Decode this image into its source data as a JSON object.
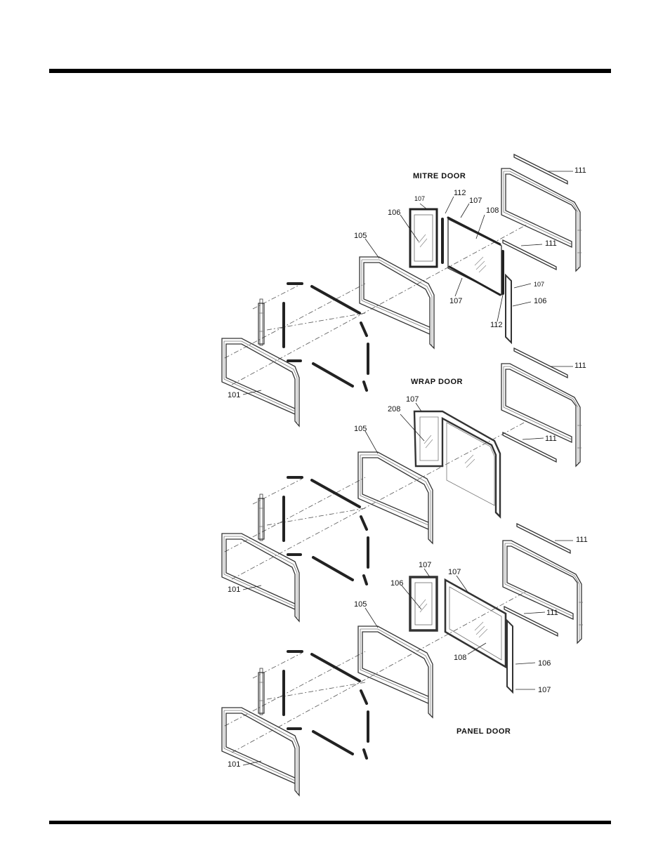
{
  "assemblies": [
    {
      "title": "MITRE DOOR"
    },
    {
      "title": "WRAP DOOR"
    },
    {
      "title": "PANEL DOOR"
    }
  ],
  "labels": {
    "mitre": [
      "111",
      "107",
      "112",
      "107",
      "108",
      "106",
      "105",
      "111",
      "107",
      "106",
      "107",
      "112",
      "101"
    ],
    "wrap": [
      "111",
      "107",
      "208",
      "105",
      "111",
      "101"
    ],
    "panel": [
      "111",
      "107",
      "107",
      "106",
      "105",
      "111",
      "108",
      "106",
      "107",
      "101"
    ]
  }
}
